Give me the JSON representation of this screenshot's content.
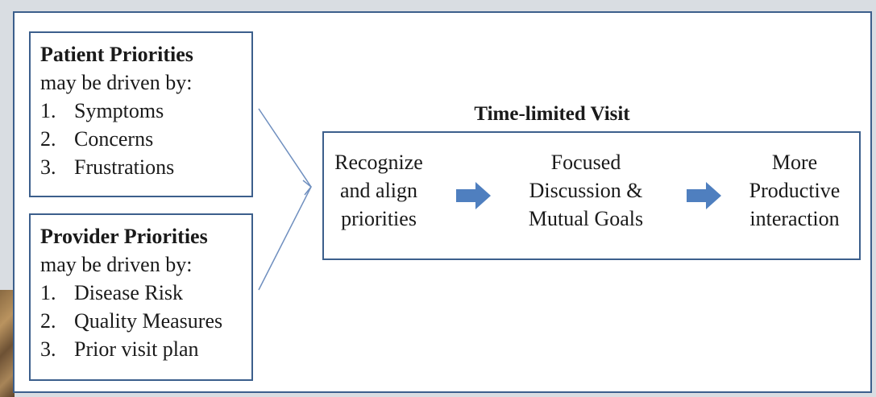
{
  "patient": {
    "title": "Patient Priorities",
    "subtitle": "may be driven by:",
    "items": [
      {
        "num": "1.",
        "text": "Symptoms"
      },
      {
        "num": "2.",
        "text": "Concerns"
      },
      {
        "num": "3.",
        "text": "Frustrations"
      }
    ]
  },
  "provider": {
    "title": "Provider Priorities",
    "subtitle": "may be driven by:",
    "items": [
      {
        "num": "1.",
        "text": "Disease Risk"
      },
      {
        "num": "2.",
        "text": "Quality Measures"
      },
      {
        "num": "3.",
        "text": "Prior visit plan"
      }
    ]
  },
  "visit": {
    "title": "Time-limited Visit",
    "steps": [
      {
        "lines": [
          "Recognize",
          "and align",
          "priorities"
        ]
      },
      {
        "lines": [
          "Focused",
          "Discussion &",
          "Mutual Goals"
        ]
      },
      {
        "lines": [
          "More",
          "Productive",
          "interaction"
        ]
      }
    ]
  },
  "colors": {
    "border": "#3c5f8c",
    "arrow_fill": "#4f7fbf",
    "connector": "#6f8fbf"
  }
}
